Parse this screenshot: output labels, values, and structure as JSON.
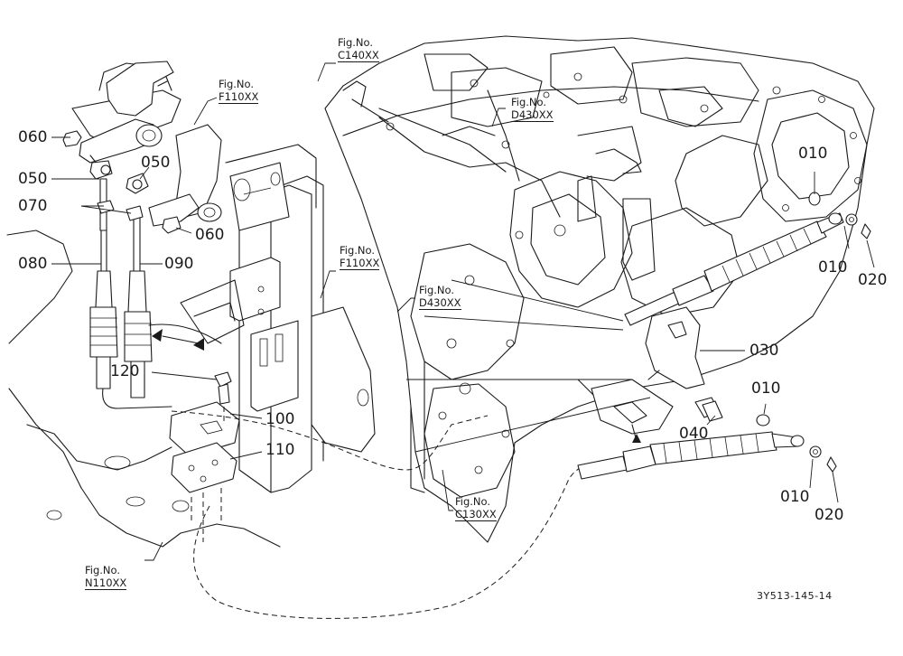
{
  "parts": {
    "p010_a": "010",
    "p010_b": "010",
    "p010_c": "010",
    "p010_d": "010",
    "p020_a": "020",
    "p020_b": "020",
    "p030": "030",
    "p040": "040",
    "p050_a": "050",
    "p050_b": "050",
    "p060_a": "060",
    "p060_b": "060",
    "p070": "070",
    "p080": "080",
    "p090": "090",
    "p100": "100",
    "p110": "110",
    "p120": "120"
  },
  "figure_refs": {
    "c140": {
      "caption": "Fig.No.",
      "number": "C140XX"
    },
    "f110_top": {
      "caption": "Fig.No.",
      "number": "F110XX"
    },
    "d430_top": {
      "caption": "Fig.No.",
      "number": "D430XX"
    },
    "f110_mid": {
      "caption": "Fig.No.",
      "number": "F110XX"
    },
    "d430_mid": {
      "caption": "Fig.No.",
      "number": "D430XX"
    },
    "c130": {
      "caption": "Fig.No.",
      "number": "C130XX"
    },
    "n110": {
      "caption": "Fig.No.",
      "number": "N110XX"
    }
  },
  "drawing_code": "3Y513-145-14",
  "colors": {
    "ink": "#1a1a1a",
    "paper": "#ffffff"
  }
}
